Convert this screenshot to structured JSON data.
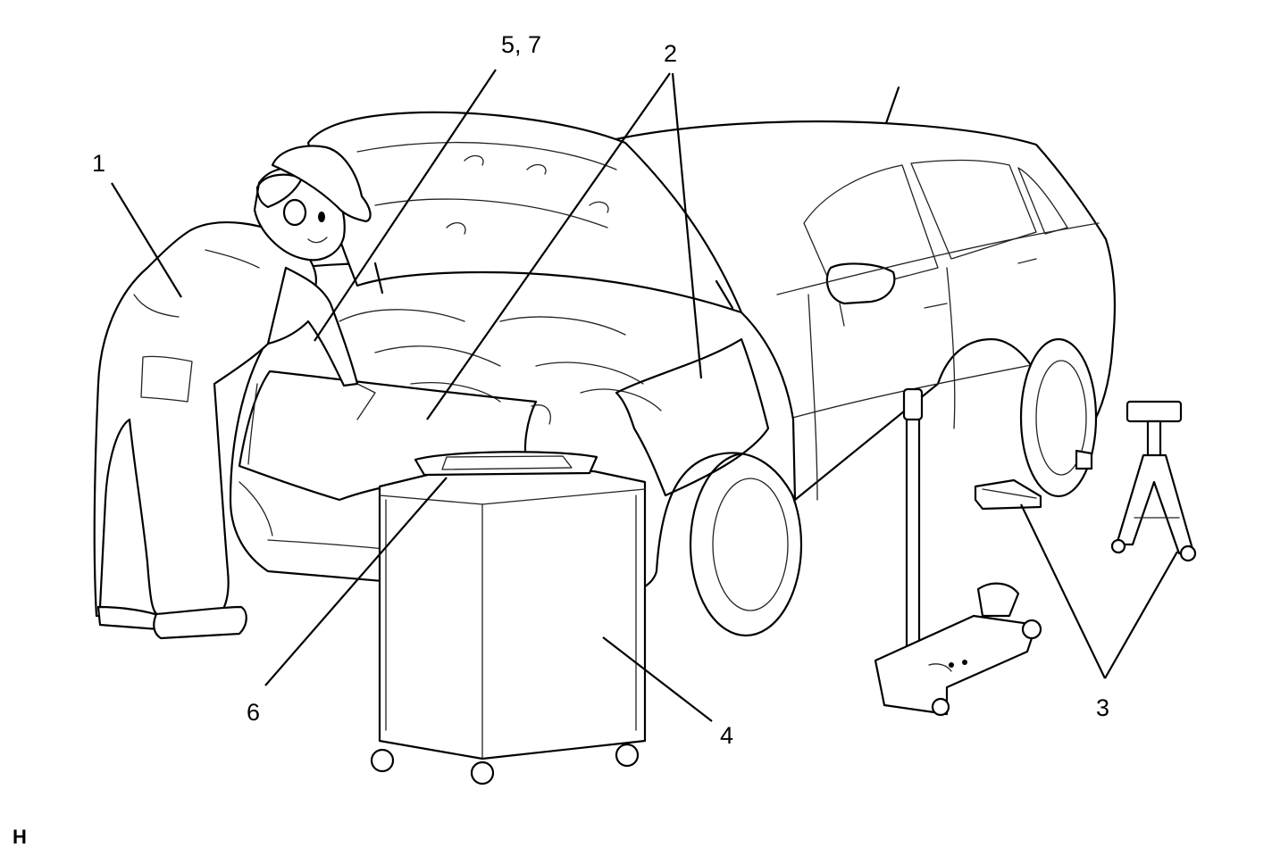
{
  "callouts": {
    "c1": "1",
    "c2": "2",
    "c3": "3",
    "c4": "4",
    "c57": "5, 7",
    "c6": "6"
  },
  "corner_label": "H",
  "icons": {
    "mechanic": "mechanic-figure-icon",
    "vehicle": "vehicle-icon",
    "fender_cover": "fender-cover-icon",
    "drain_cart": "drain-cart-icon",
    "floor_jack": "floor-jack-icon",
    "jack_stand": "jack-stand-icon",
    "wheel_chock": "wheel-chock-icon"
  },
  "colors": {
    "cover_top": "#5a7f8d",
    "cover_bottom": "#ffffff",
    "line": "#000000"
  }
}
